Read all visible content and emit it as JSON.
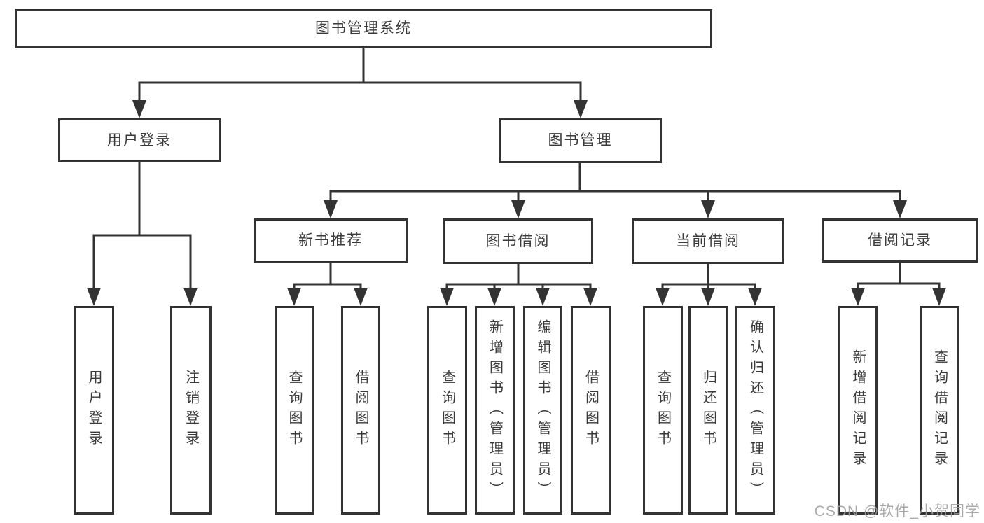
{
  "diagram": {
    "root": {
      "label": "图书管理系统"
    },
    "branches": [
      {
        "label": "用户登录",
        "leaves": [
          {
            "label": "用户登录"
          },
          {
            "label": "注销登录"
          }
        ]
      },
      {
        "label": "图书管理",
        "sections": [
          {
            "label": "新书推荐",
            "leaves": [
              {
                "label": "查询图书"
              },
              {
                "label": "借阅图书"
              }
            ]
          },
          {
            "label": "图书借阅",
            "leaves": [
              {
                "label": "查询图书"
              },
              {
                "label": "新增图书（管理员）"
              },
              {
                "label": "编辑图书（管理员）"
              },
              {
                "label": "借阅图书"
              }
            ]
          },
          {
            "label": "当前借阅",
            "leaves": [
              {
                "label": "查询图书"
              },
              {
                "label": "归还图书"
              },
              {
                "label": "确认归还（管理员）"
              }
            ]
          },
          {
            "label": "借阅记录",
            "leaves": [
              {
                "label": "新增借阅记录"
              },
              {
                "label": "查询借阅记录"
              }
            ]
          }
        ]
      }
    ]
  },
  "watermark": {
    "text": "CSDN @软件_小贺同学"
  },
  "colors": {
    "line": "#333333",
    "text": "#3a3a3a",
    "watermark": "#a0a0a0",
    "background": "#ffffff"
  }
}
